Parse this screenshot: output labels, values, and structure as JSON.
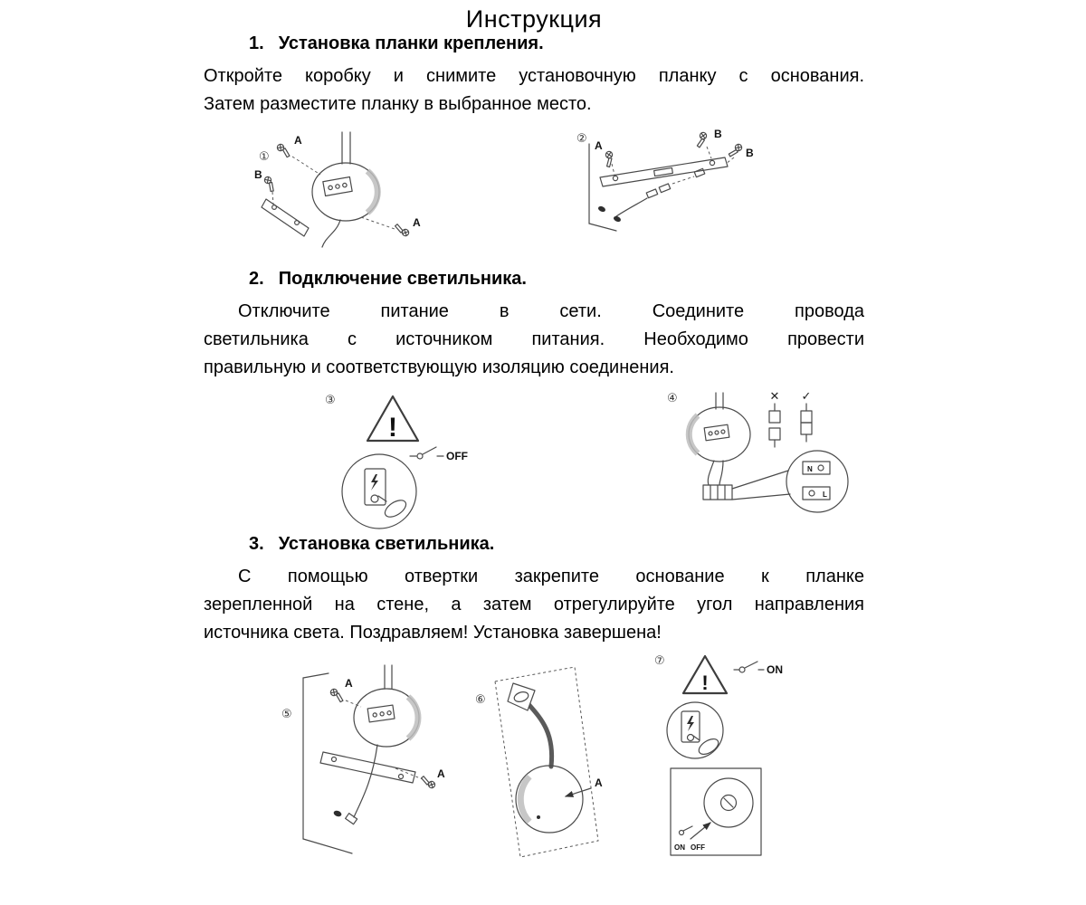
{
  "page": {
    "title": "Инструкция"
  },
  "sections": [
    {
      "number": "1.",
      "heading": "Установка планки крепления.",
      "lines": [
        "Откройте коробку и снимите установочную планку с основания.",
        "Затем разместите планку в выбранное место."
      ]
    },
    {
      "number": "2.",
      "heading": "Подключение светильника.",
      "lines": [
        "Отключите питание в сети. Соедините провода",
        "светильника с источником питания. Необходимо провести",
        "правильную и соответствующую изоляцию соединения."
      ]
    },
    {
      "number": "3.",
      "heading": "Установка светильника.",
      "lines": [
        "С помощью отвертки закрепите основание к планке",
        "зерепленной на стене, а затем отрегулируйте угол направления",
        "источника света. Поздравляем! Установка завершена!"
      ]
    }
  ],
  "figures": {
    "fig1": {
      "number": "①",
      "label_a_top": "A",
      "label_b": "B",
      "label_a_right": "A"
    },
    "fig2": {
      "number": "②",
      "label_a": "A",
      "label_b_top": "B",
      "label_b_right": "B"
    },
    "fig3": {
      "number": "③",
      "warning": "!",
      "switch_label": "OFF"
    },
    "fig4": {
      "number": "④",
      "wrong_mark": "✕",
      "right_mark": "✓",
      "terminal_n": "N",
      "terminal_l": "L"
    },
    "fig5": {
      "number": "⑤",
      "label_a_top": "A",
      "label_a_right": "A"
    },
    "fig6": {
      "number": "⑥",
      "label_a": "A"
    },
    "fig7": {
      "number": "⑦",
      "warning": "!",
      "switch_label": "ON",
      "knob_on": "ON",
      "knob_off": "OFF"
    }
  }
}
